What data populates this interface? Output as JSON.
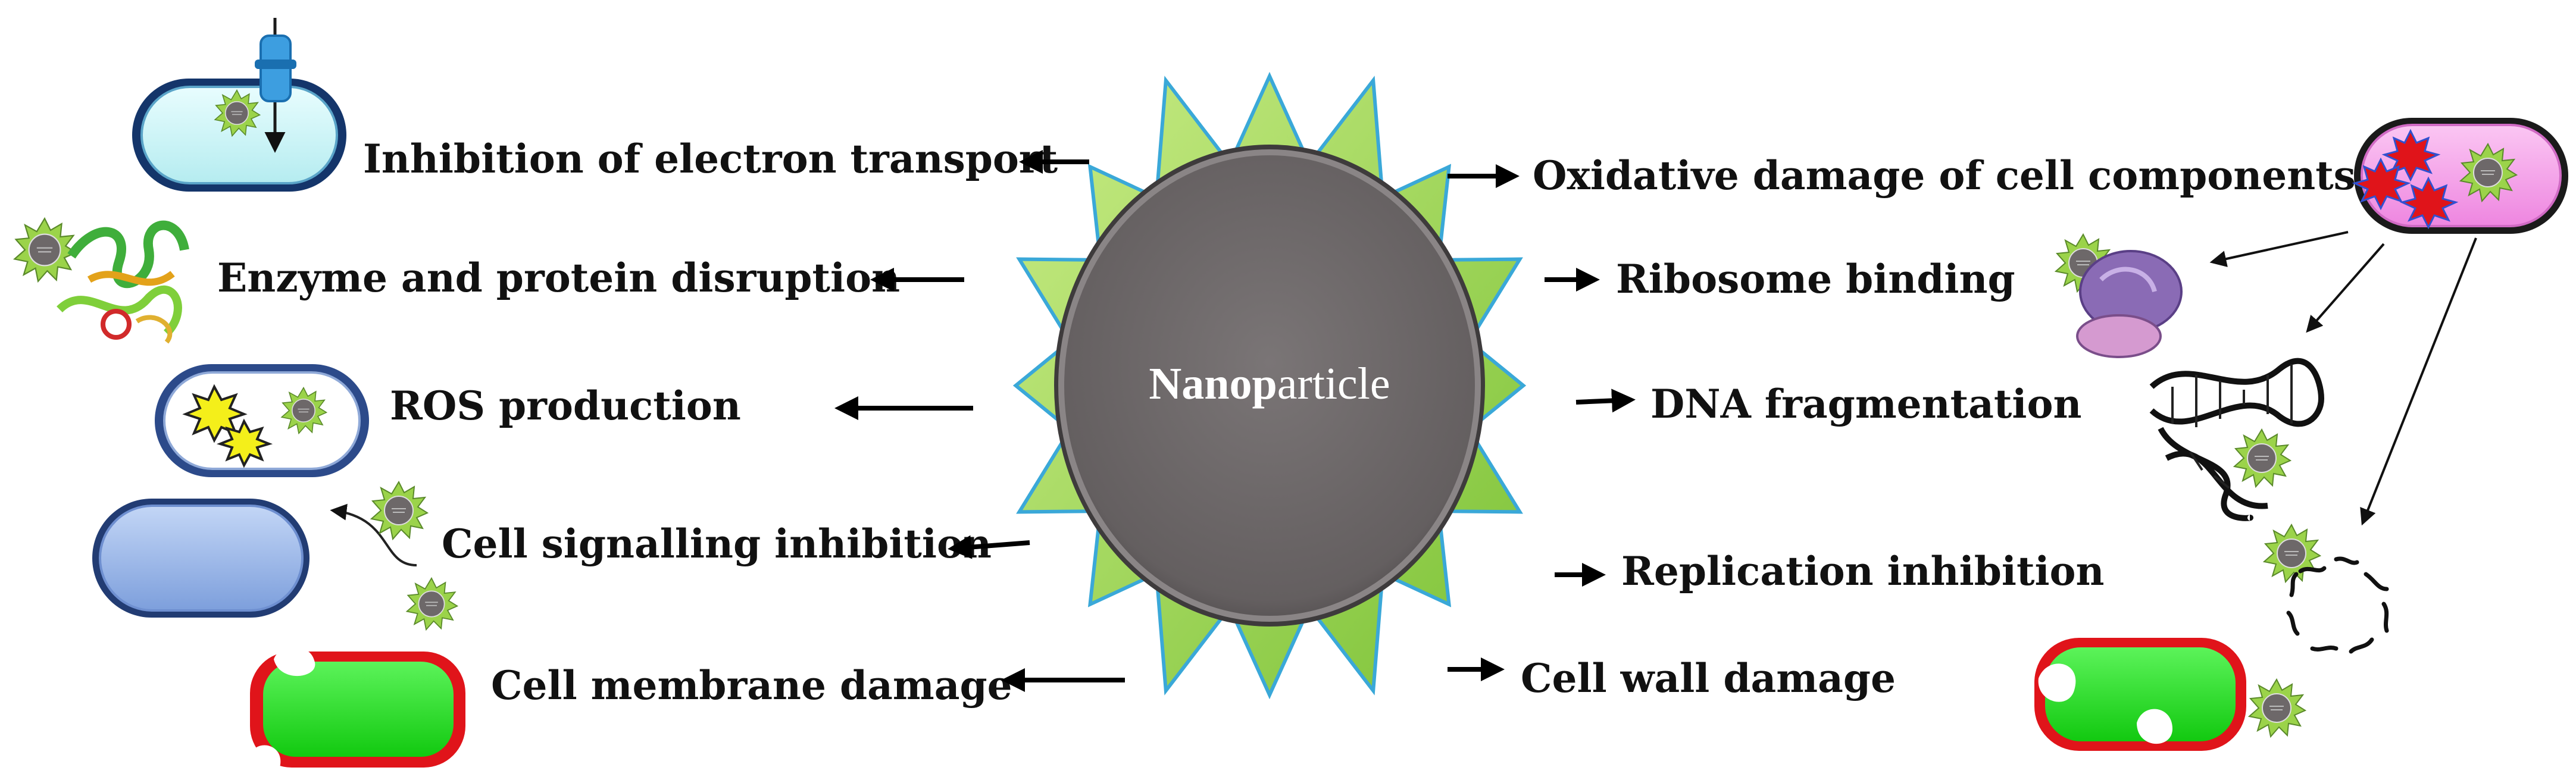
{
  "center": {
    "bold_part": "Nano",
    "bold_part2": "p",
    "rest": "article"
  },
  "left_effects": [
    "Inhibition of electron transport",
    "Enzyme and protein disruption",
    "ROS production",
    "Cell signalling inhibition",
    "Cell membrane damage"
  ],
  "right_effects": [
    "Oxidative damage of cell components",
    "Ribosome binding",
    "DNA fragmentation",
    "Replication inhibition",
    "Cell wall damage"
  ],
  "colors": {
    "spike_fill": "#9bd34a",
    "spike_edge": "#3aa8d8",
    "core": "#6d6869",
    "cell_green": "#22e31f",
    "cell_red": "#e0141a",
    "cell_blue": "#9bb9ec",
    "cell_cyan": "#cdf5f7",
    "cell_pink": "#f49ee9",
    "ribosome": "#8a6bb5"
  }
}
